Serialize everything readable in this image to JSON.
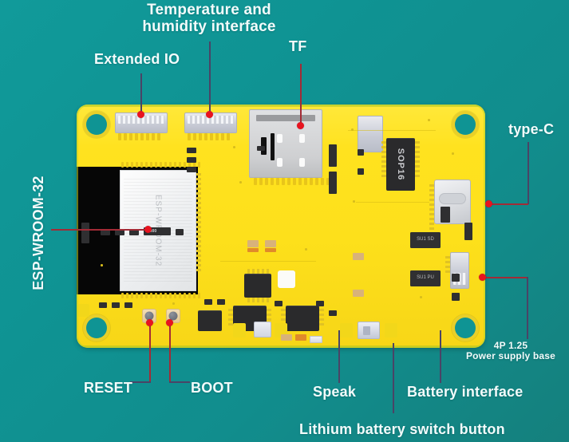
{
  "meta": {
    "subject": "ESP32 development board annotated diagram",
    "background_color": "#0f9393",
    "board_color": "#ffe21f",
    "leader_line_color": "#4a4466",
    "leader_dot_color": "#e8131f",
    "label_text_color": "#f2fbfb"
  },
  "labels": {
    "temp_humidity": "Temperature and\nhumidity interface",
    "extended_io": "Extended IO",
    "tf": "TF",
    "type_c": "type-C",
    "esp_module": "ESP-WROOM-32",
    "reset": "RESET",
    "boot": "BOOT",
    "speak": "Speak",
    "battery_interface": "Battery interface",
    "lithium_switch": "Lithium battery switch button",
    "power_base": "4P 1.25\nPower supply base"
  },
  "board_silkscreen": {
    "module_marking": "ESP-WROOM-32",
    "sop16_chip": "SOP16",
    "resistor_code": "1000",
    "reg1": "SU1 SD",
    "reg2": "SU1 PU"
  }
}
